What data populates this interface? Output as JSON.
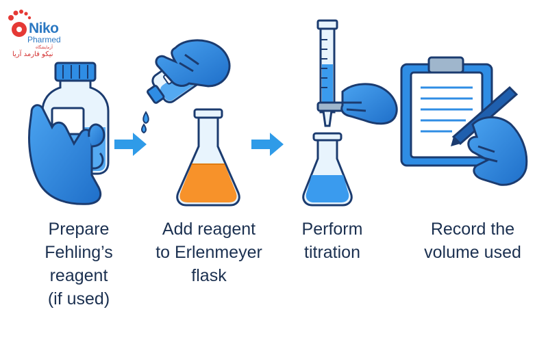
{
  "logo": {
    "brand": "Niko",
    "sub": "Pharmed",
    "tagline_fa": "آزمایشگاه",
    "name_fa": "نیکو فارمد آریا",
    "colors": {
      "red": "#e53935",
      "blue": "#2b78c2"
    }
  },
  "steps": [
    {
      "label": "Prepare\nFehling’s\nreagent\n(if used)",
      "icon": "gloved-hand-holding-bottle"
    },
    {
      "label": "Add reagent\nto Erlenmeyer\nflask",
      "icon": "hand-pouring-into-orange-flask"
    },
    {
      "label": "Perform\ntitration",
      "icon": "burette-over-blue-flask"
    },
    {
      "label": "Record the\nvolume used",
      "icon": "hand-writing-on-clipboard"
    }
  ],
  "arrows": [
    "arrow-right-icon",
    "arrow-right-icon"
  ],
  "colors": {
    "glove": "#2f8de4",
    "glove_dark": "#1f5fae",
    "outline": "#1b3b6f",
    "glass": "#e8f4fd",
    "orange_liquid": "#f7922a",
    "blue_liquid": "#3a9bee",
    "text": "#1b3050"
  }
}
